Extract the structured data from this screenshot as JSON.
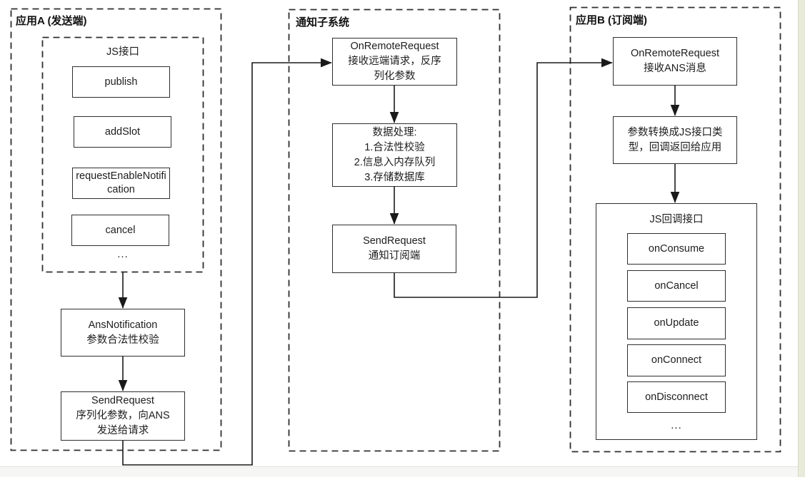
{
  "diagram": {
    "colors": {
      "line": "#2e2e2e",
      "background": "#ffffff",
      "right_strip": "#e9ebda",
      "bottom_strip": "#f6f7f4"
    },
    "sender": {
      "title": "应用A (发送端)",
      "js_api": {
        "title": "JS接口",
        "items": [
          "publish",
          "addSlot",
          "requestEnableNotification",
          "cancel"
        ],
        "more": "..."
      },
      "ans_notification": "AnsNotification\n参数合法性校验",
      "send_request": "SendRequest\n序列化参数，向ANS\n发送给请求"
    },
    "ans": {
      "title": "通知子系统",
      "on_remote_request": "OnRemoteRequest\n接收远端请求，反序\n列化参数",
      "data_processing": "数据处理:\n1.合法性校验\n2.信息入内存队列\n3.存储数据库",
      "send_request": "SendRequest\n通知订阅端"
    },
    "subscriber": {
      "title": "应用B (订阅端)",
      "on_remote_request": "OnRemoteRequest\n接收ANS消息",
      "param_convert": "参数转换成JS接口类\n型，回调返回给应用",
      "js_callback": {
        "title": "JS回调接口",
        "items": [
          "onConsume",
          "onCancel",
          "onUpdate",
          "onConnect",
          "onDisconnect"
        ],
        "more": "..."
      }
    }
  }
}
